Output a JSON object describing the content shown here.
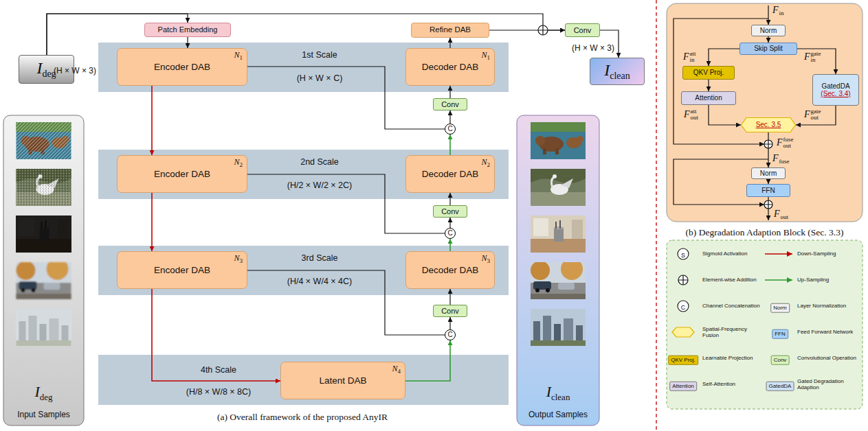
{
  "diagram": {
    "nodes": [
      {
        "text": [
          "I",
          "deg"
        ]
      },
      {
        "text": [
          "Patch Embedding"
        ]
      },
      {
        "text": [
          "Refine DAB"
        ]
      },
      {
        "text": [
          "Conv"
        ]
      },
      {
        "text": [
          "I",
          "clean"
        ]
      },
      {
        "text": [
          "1st Scale",
          "(H × W × C)"
        ]
      },
      {
        "text": [
          "Encoder DAB",
          "N",
          "1"
        ],
        "in": 5
      },
      {
        "text": [
          "Decoder DAB",
          "N",
          "1"
        ],
        "in": 5
      },
      {
        "text": [
          "Conv"
        ]
      },
      {
        "text": [
          "C"
        ]
      },
      {
        "text": [
          "2nd Scale",
          "(H/2 × W/2 × 2C)"
        ]
      },
      {
        "text": [
          "Encoder DAB",
          "N",
          "2"
        ],
        "in": 10
      },
      {
        "text": [
          "Decoder DAB",
          "N",
          "2"
        ],
        "in": 10
      },
      {
        "text": [
          "Conv"
        ]
      },
      {
        "text": [
          "C"
        ]
      },
      {
        "text": [
          "3rd Scale",
          "(H/4 × W/4 × 4C)"
        ]
      },
      {
        "text": [
          "Encoder DAB",
          "N",
          "3"
        ],
        "in": 15
      },
      {
        "text": [
          "Decoder DAB",
          "N",
          "3"
        ],
        "in": 15
      },
      {
        "text": [
          "Conv"
        ]
      },
      {
        "text": [
          "C"
        ]
      },
      {
        "text": [
          "4th Scale",
          "(H/8 × W/8 × 8C)"
        ]
      },
      {
        "text": [
          "Latent DAB",
          "N",
          "4"
        ],
        "in": 20
      },
      {
        "text": [
          "I",
          "deg",
          "Input Samples"
        ]
      },
      {
        "text": [
          "I",
          "clean",
          "Output Samples"
        ]
      },
      {
        "text": [
          "(b) Degradation Adaption Block (Sec. 3.3)"
        ]
      },
      {
        "text": [
          "Norm"
        ],
        "in": 24
      },
      {
        "text": [
          "Skip Split"
        ],
        "in": 24
      },
      {
        "text": [
          "QKV Proj."
        ],
        "in": 24
      },
      {
        "text": [
          "Attention"
        ],
        "in": 24
      },
      {
        "text": [
          "GatedDA",
          "(Sec. 3.4)"
        ],
        "in": 24
      },
      {
        "text": [
          "Sec. 3.5"
        ],
        "in": 24
      },
      {
        "text": [
          "Norm"
        ],
        "in": 24
      },
      {
        "text": [
          "FFN"
        ],
        "in": 24
      }
    ],
    "edges": [
      {
        "from": 0,
        "to": 1,
        "arrow": "to"
      },
      {
        "from": 0,
        "to": 3,
        "arrow": "to"
      },
      {
        "from": 1,
        "to": 6,
        "arrow": "to"
      },
      {
        "from": 2,
        "to": 3,
        "arrow": "to"
      },
      {
        "from": 3,
        "to": 4,
        "arrow": "to"
      },
      {
        "from": 6,
        "to": 11,
        "arrow": "to"
      },
      {
        "from": 11,
        "to": 16,
        "arrow": "to"
      },
      {
        "from": 16,
        "to": 21,
        "arrow": "to"
      },
      {
        "from": 21,
        "to": 19,
        "arrow": "to"
      },
      {
        "from": 19,
        "to": 18,
        "arrow": "to"
      },
      {
        "from": 18,
        "to": 17,
        "arrow": "to"
      },
      {
        "from": 16,
        "to": 19,
        "arrow": "none"
      },
      {
        "from": 17,
        "to": 14,
        "arrow": "to"
      },
      {
        "from": 14,
        "to": 13,
        "arrow": "to"
      },
      {
        "from": 13,
        "to": 12,
        "arrow": "to"
      },
      {
        "from": 11,
        "to": 14,
        "arrow": "none"
      },
      {
        "from": 12,
        "to": 9,
        "arrow": "to"
      },
      {
        "from": 9,
        "to": 8,
        "arrow": "to"
      },
      {
        "from": 8,
        "to": 7,
        "arrow": "to"
      },
      {
        "from": 6,
        "to": 9,
        "arrow": "none"
      },
      {
        "from": 7,
        "to": 2,
        "arrow": "to"
      },
      {
        "from": 25,
        "to": 26,
        "arrow": "to"
      },
      {
        "from": 26,
        "to": 27,
        "arrow": "to"
      },
      {
        "from": 26,
        "to": 29,
        "arrow": "to"
      },
      {
        "from": 27,
        "to": 28,
        "arrow": "to"
      },
      {
        "from": 28,
        "to": 30,
        "arrow": "to"
      },
      {
        "from": 29,
        "to": 30,
        "arrow": "to"
      },
      {
        "from": 30,
        "to": 31,
        "arrow": "to"
      },
      {
        "from": 31,
        "to": 32,
        "arrow": "to"
      }
    ],
    "labels": [
      "(H × W × 3)",
      "(H × W × 3)",
      "(a) Overall framework of the proposed AnyIR",
      "F",
      "in",
      "F",
      "att",
      "in",
      "F",
      "gate",
      "in",
      "F",
      "att",
      "out",
      "F",
      "gate",
      "out",
      "F",
      "fuse",
      "out",
      "F",
      "fuse",
      "F",
      "out",
      "S",
      "C",
      "Norm",
      "FFN",
      "QKV Proj.",
      "Conv",
      "Attention",
      "GatedDA"
    ],
    "legend": [
      {
        "text": "Sigmoid Activation"
      },
      {
        "text": "Down-Sampling"
      },
      {
        "text": "Element-wise Addition"
      },
      {
        "text": "Up-Sampling"
      },
      {
        "text": "Channel Concatenation"
      },
      {
        "text": "Layer Normalization"
      },
      {
        "text": "Spatial-Frequency Fusion"
      },
      {
        "text": "Feed Forward Network"
      },
      {
        "text": "Learnable Projection"
      },
      {
        "text": "Convolutional Operation"
      },
      {
        "text": "Self-Attention"
      },
      {
        "text": "Gated Degradation Adaption"
      }
    ]
  }
}
